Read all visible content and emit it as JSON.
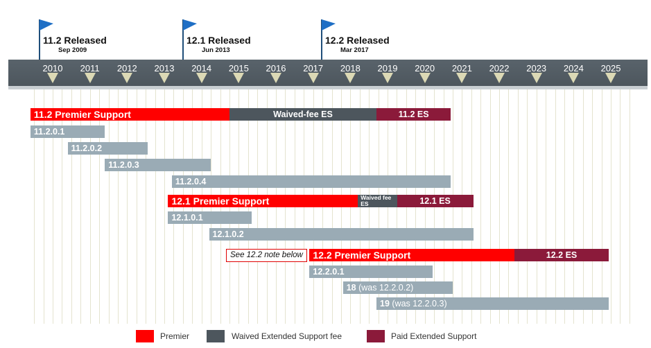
{
  "flags": [
    {
      "title": "11.2 Released",
      "date": "Sep 2009"
    },
    {
      "title": "12.1 Released",
      "date": "Jun 2013"
    },
    {
      "title": "12.2 Released",
      "date": "Mar 2017"
    }
  ],
  "years": [
    "2010",
    "2011",
    "2012",
    "2013",
    "2014",
    "2015",
    "2016",
    "2017",
    "2018",
    "2019",
    "2020",
    "2021",
    "2022",
    "2023",
    "2024",
    "2025"
  ],
  "bars": [
    {
      "label": "11.2 Premier Support",
      "kind": "premier",
      "start": 2009.7,
      "end": 2015.05
    },
    {
      "label": "Waived-fee ES",
      "kind": "waived",
      "start": 2015.05,
      "end": 2019.0
    },
    {
      "label": "11.2 ES",
      "kind": "paid",
      "start": 2019.0,
      "end": 2021.0
    },
    {
      "label": "11.2.0.1",
      "kind": "release",
      "start": 2009.7,
      "end": 2011.7
    },
    {
      "label": "11.2.0.2",
      "kind": "release",
      "start": 2010.7,
      "end": 2012.85
    },
    {
      "label": "11.2.0.3",
      "kind": "release",
      "start": 2011.7,
      "end": 2014.55
    },
    {
      "label": "11.2.0.4",
      "kind": "release",
      "start": 2013.5,
      "end": 2021.0
    },
    {
      "label": "12.1 Premier Support",
      "kind": "premier",
      "start": 2013.4,
      "end": 2018.5
    },
    {
      "label": "Waived fee ES",
      "kind": "waived",
      "start": 2018.5,
      "end": 2019.55
    },
    {
      "label": "12.1 ES",
      "kind": "paid",
      "start": 2019.55,
      "end": 2021.6
    },
    {
      "label": "12.1.0.1",
      "kind": "release",
      "start": 2013.4,
      "end": 2015.65
    },
    {
      "label": "12.1.0.2",
      "kind": "release",
      "start": 2014.5,
      "end": 2021.6
    },
    {
      "label": "12.2 Premier Support",
      "kind": "premier",
      "start": 2017.2,
      "end": 2022.7
    },
    {
      "label": "12.2 ES",
      "kind": "paid",
      "start": 2022.7,
      "end": 2025.25
    },
    {
      "label": "12.2.0.1",
      "kind": "release",
      "start": 2017.2,
      "end": 2020.5
    },
    {
      "label": "18",
      "suffix": " (was 12.2.0.2)",
      "kind": "release",
      "start": 2018.1,
      "end": 2021.05
    },
    {
      "label": "19",
      "suffix": " (was 12.2.0.3)",
      "kind": "release",
      "start": 2019.0,
      "end": 2025.25
    }
  ],
  "note": "See 12.2 note below",
  "legend": [
    {
      "label": "Premier",
      "color": "#ff0000"
    },
    {
      "label": "Waived Extended Support fee",
      "color": "#4d565d"
    },
    {
      "label": "Paid Extended Support",
      "color": "#8b1a3a"
    }
  ],
  "colors": {
    "premier": "#ff0000",
    "waived": "#4d565d",
    "paid": "#8b1a3a",
    "release": "#9aabb5",
    "flag": "#1f6fc5"
  }
}
